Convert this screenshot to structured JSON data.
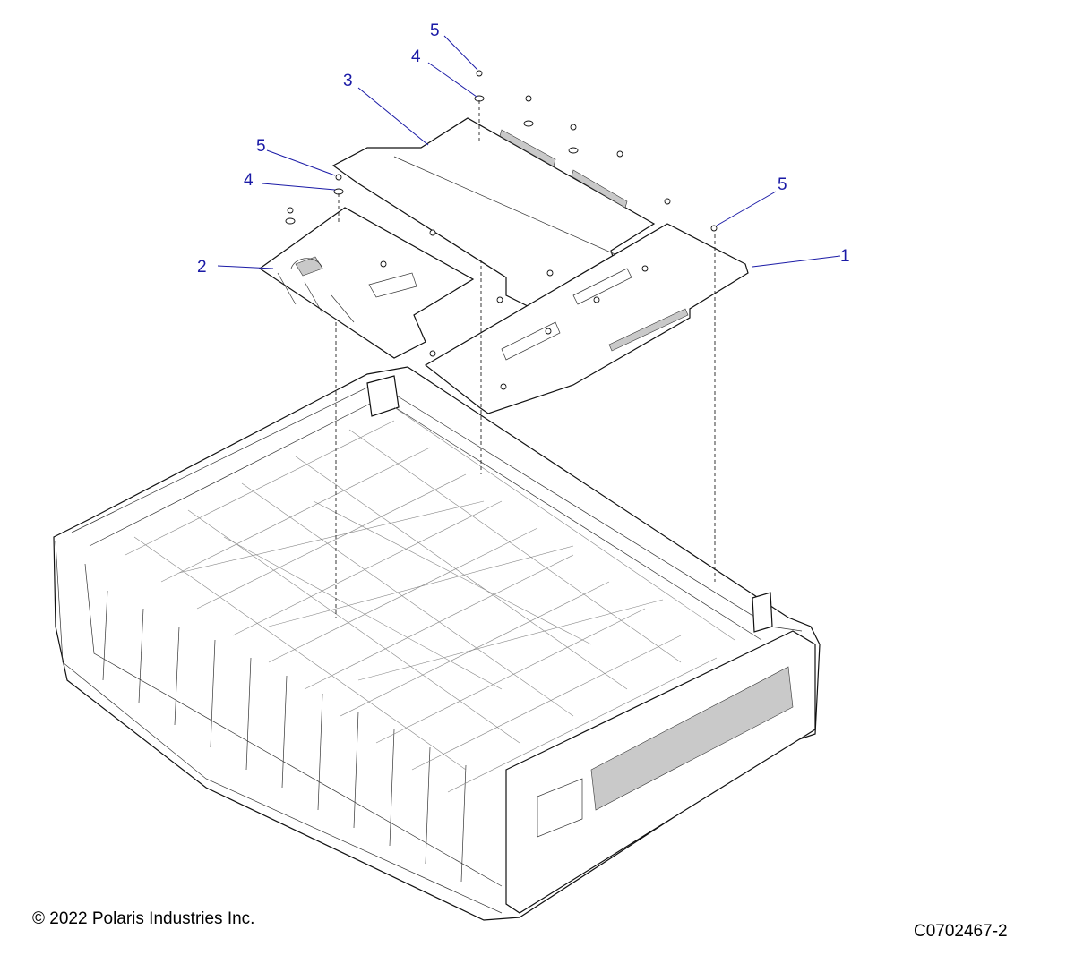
{
  "callouts": [
    {
      "id": "c1",
      "label": "1"
    },
    {
      "id": "c2",
      "label": "2"
    },
    {
      "id": "c3",
      "label": "3"
    },
    {
      "id": "c4a",
      "label": "4"
    },
    {
      "id": "c4b",
      "label": "4"
    },
    {
      "id": "c5a",
      "label": "5"
    },
    {
      "id": "c5b",
      "label": "5"
    },
    {
      "id": "c5c",
      "label": "5"
    }
  ],
  "footer": {
    "copyright": "© 2022 Polaris Industries Inc.",
    "figure_id": "C0702467-2"
  },
  "colors": {
    "callout": "#1a1aa6",
    "line": "#111111",
    "shade": "#c9c9c9"
  }
}
